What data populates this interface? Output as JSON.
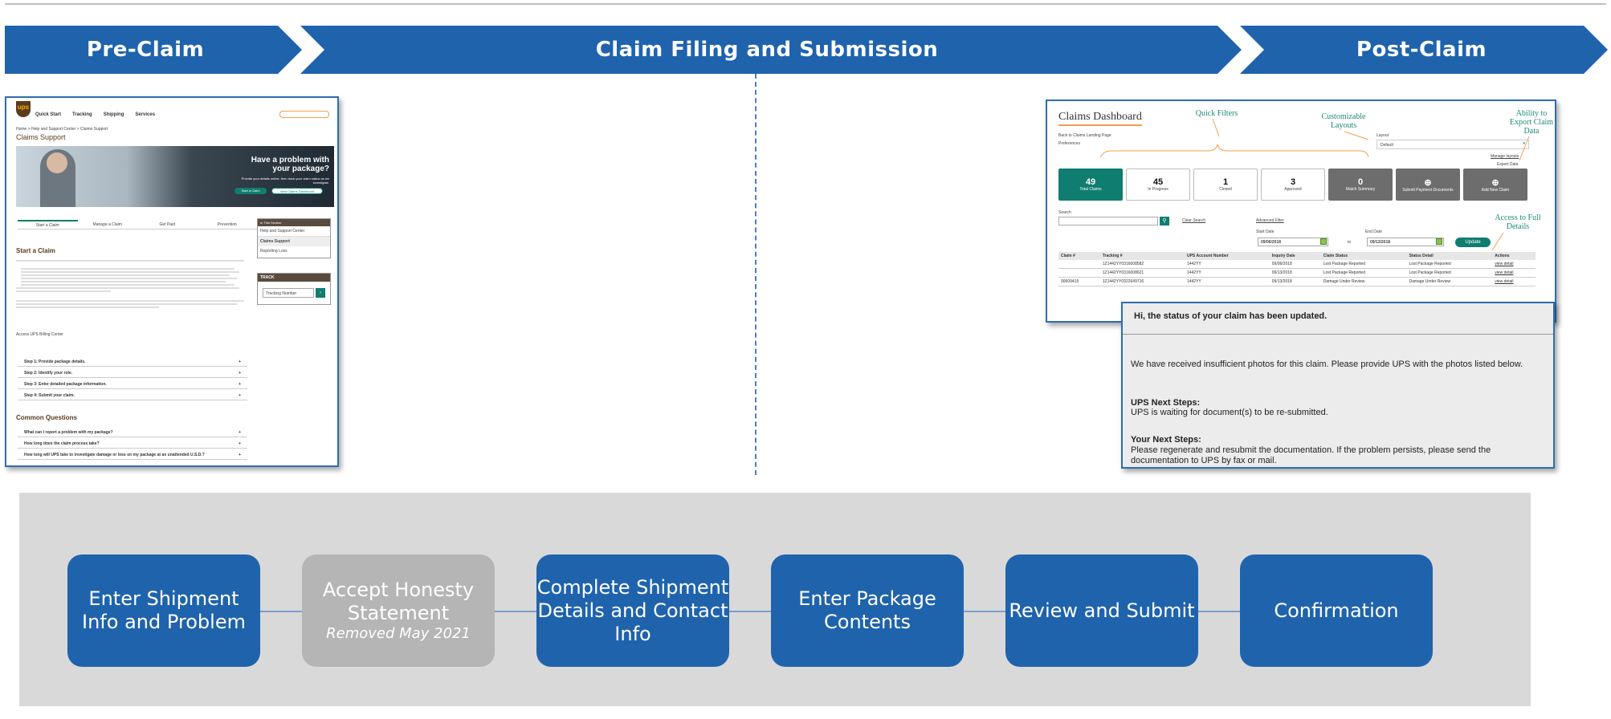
{
  "phases": {
    "pre_claim": "Pre-Claim",
    "filing": "Claim Filing and Submission",
    "post_claim": "Post-Claim"
  },
  "colors": {
    "brand_blue": "#1f63ad",
    "removed_grey": "#b5b5b5",
    "band_grey": "#d9d9d9",
    "ups_brown": "#5b3a1d",
    "teal": "#0f7d6f",
    "annotation_teal": "#1a8a7a",
    "annotation_orange": "#f0a050"
  },
  "support_page": {
    "nav": [
      "Quick Start",
      "Tracking",
      "Shipping",
      "Services"
    ],
    "breadcrumb": "Home > Help and Support Center > Claims Support",
    "title": "Claims Support",
    "hero_heading": "Have a problem with your package?",
    "hero_text": "Provide your details online, then track your claim status as we investigate.",
    "hero_btn1": "Start a Claim",
    "hero_btn2": "View Claims Dashboard",
    "tabs": [
      "Start a Claim",
      "Manage a Claim",
      "Get Paid",
      "Prevention"
    ],
    "section_title": "Start a Claim",
    "in_section_title": "In This Section",
    "in_section_items": [
      "Help and Support Center",
      "Claims Support",
      "Reporting Loss"
    ],
    "track_label": "TRACK",
    "track_placeholder": "Tracking Number",
    "steps": [
      "Step 1: Provide package details.",
      "Step 2: Identify your role.",
      "Step 3: Enter detailed package information.",
      "Step 4: Submit your claim."
    ],
    "common_title": "Common Questions",
    "questions": [
      "What can I report a problem with my package?",
      "How long does the claim process take?",
      "How long will UPS take to investigate damage or loss on my package at an unattended U.S.D.?"
    ],
    "billing_link": "Access UPS Billing Center"
  },
  "dashboard": {
    "title": "Claims Dashboard",
    "back_link": "Back to Claims Landing Page",
    "preferences": "Preferences",
    "layout_label": "Layout",
    "layout_value": "Default",
    "manage_layouts": "Manage layouts",
    "export": "Export Data",
    "tiles": [
      {
        "num": "49",
        "label": "Total Claims",
        "style": "teal"
      },
      {
        "num": "45",
        "label": "In Progress",
        "style": "white"
      },
      {
        "num": "1",
        "label": "Closed",
        "style": "white"
      },
      {
        "num": "3",
        "label": "Approved",
        "style": "white"
      },
      {
        "num": "0",
        "label": "Match Summary",
        "style": "grey"
      },
      {
        "num": "⊕",
        "label": "Submit Payment Documents",
        "style": "grey"
      },
      {
        "num": "⊕",
        "label": "Add New Claim",
        "style": "grey"
      }
    ],
    "search_label": "Search",
    "clear_search": "Clear Search",
    "advanced_filter": "Advanced Filter",
    "start_date_label": "Start Date",
    "start_date": "09/06/2018",
    "to": "to",
    "end_date_label": "End Date",
    "end_date": "09/13/2018",
    "update": "Update",
    "columns": [
      "Claim #",
      "Tracking #",
      "UPS Account Number",
      "Inquiry Date",
      "Claim Status",
      "Status Detail",
      "Actions"
    ],
    "rows": [
      [
        "",
        "1Z1442YY0316008582",
        "1442YY",
        "09/06/2018",
        "Lost Package Reported",
        "Lost Package Reported",
        "view detail"
      ],
      [
        "",
        "1Z1442YY0316008621",
        "1442YY",
        "09/13/2018",
        "Lost Package Reported",
        "Lost Package Reported",
        "view detail"
      ],
      [
        "90609415",
        "1Z1442YY0322649716",
        "1442YY",
        "09/13/2018",
        "Damage Under Review",
        "Damage Under Review",
        "view detail"
      ]
    ],
    "annotations": {
      "quick_filters": "Quick Filters",
      "custom_layouts": "Customizable Layouts",
      "export": "Ability to Export Claim Data",
      "full_details": "Access to Full Details"
    }
  },
  "notification": {
    "header": "Hi, the status of your claim has been updated.",
    "body": "We have received insufficient photos for this claim. Please provide UPS with the photos listed below.",
    "ups_next_title": "UPS Next Steps:",
    "ups_next_text": "UPS is waiting for document(s) to be re-submitted.",
    "your_next_title": "Your Next Steps:",
    "your_next_text": "Please regenerate and resubmit the documentation. If the problem persists, please send the documentation to UPS by fax or mail."
  },
  "process_steps": [
    {
      "label": "Enter Shipment Info and Problem",
      "removed": false
    },
    {
      "label": "Accept Honesty Statement",
      "note": "Removed May 2021",
      "removed": true
    },
    {
      "label": "Complete Shipment Details and Contact Info",
      "removed": false
    },
    {
      "label": "Enter Package Contents",
      "removed": false
    },
    {
      "label": "Review and Submit",
      "removed": false
    },
    {
      "label": "Confirmation",
      "removed": false
    }
  ]
}
